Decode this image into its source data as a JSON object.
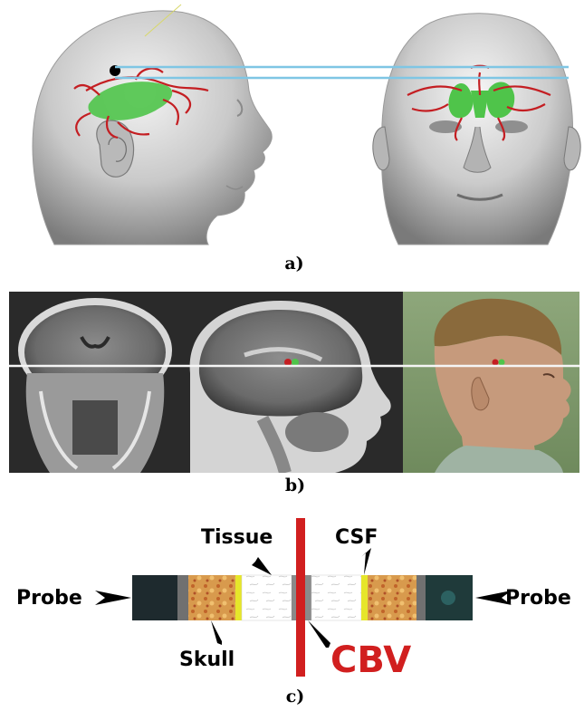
{
  "figure": {
    "panel_a": {
      "label": "a)"
    },
    "panel_b": {
      "label": "b)"
    },
    "panel_c": {
      "label": "c)",
      "annotations": {
        "probe_left": "Probe",
        "probe_right": "Probe",
        "tissue": "Tissue",
        "csf": "CSF",
        "skull": "Skull",
        "cbv": "CBV"
      }
    }
  },
  "colors": {
    "vessel_red": "#c41e22",
    "ventricle_green": "#4fc44a",
    "guide_line_blue": "#7fc6e4",
    "skull_orange": "#d89a4d",
    "cbv_red": "#d11f1f",
    "face_green_bg": "#7e9a6a",
    "yellow_layer": "#e6e62a"
  }
}
